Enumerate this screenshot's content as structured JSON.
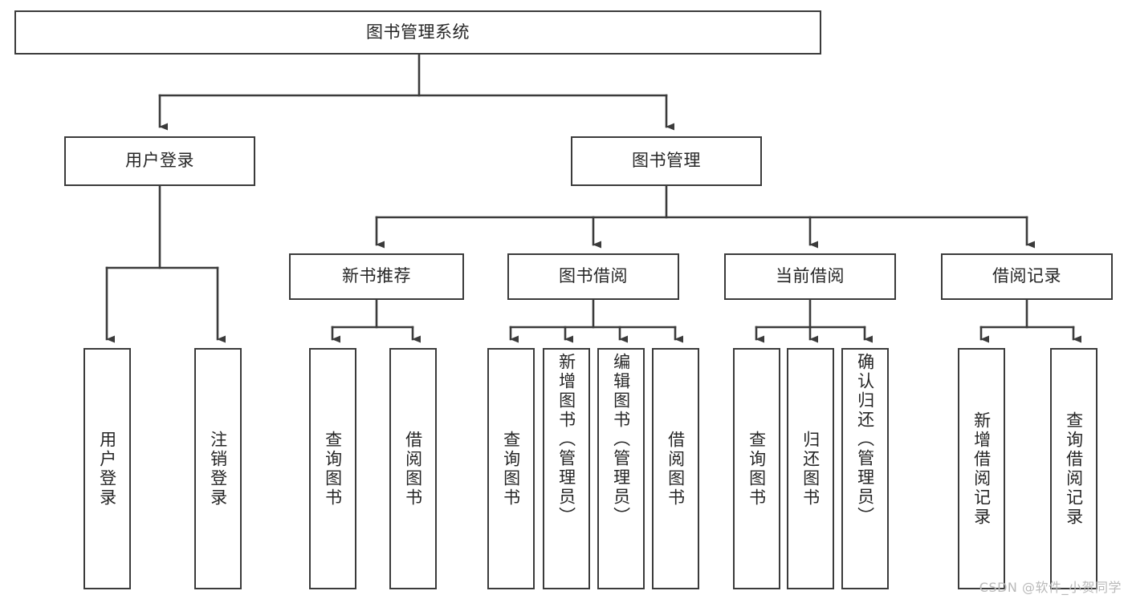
{
  "diagram": {
    "title": "图书管理系统",
    "type": "tree-hierarchy",
    "watermark": "CSDN @软件_小贺同学",
    "colors": {
      "border": "#3b3b3b",
      "text": "#262626",
      "background": "#ffffff",
      "watermark": "#b9b9b9"
    },
    "root": {
      "label": "图书管理系统"
    },
    "level2": [
      {
        "id": "user-login",
        "label": "用户登录"
      },
      {
        "id": "book-manage",
        "label": "图书管理"
      }
    ],
    "level3": [
      {
        "id": "new-book-recommend",
        "label": "新书推荐",
        "parent": "book-manage"
      },
      {
        "id": "book-borrow",
        "label": "图书借阅",
        "parent": "book-manage"
      },
      {
        "id": "current-borrow",
        "label": "当前借阅",
        "parent": "book-manage"
      },
      {
        "id": "borrow-record",
        "label": "借阅记录",
        "parent": "book-manage"
      }
    ],
    "leaves": {
      "user-login": [
        {
          "id": "leaf-user-login",
          "label": "用户登录"
        },
        {
          "id": "leaf-user-logout",
          "label": "注销登录"
        }
      ],
      "new-book-recommend": [
        {
          "id": "leaf-query-book-1",
          "label": "查询图书"
        },
        {
          "id": "leaf-borrow-book-1",
          "label": "借阅图书"
        }
      ],
      "book-borrow": [
        {
          "id": "leaf-query-book-2",
          "label": "查询图书"
        },
        {
          "id": "leaf-add-book",
          "label": "新增图书（管理员）"
        },
        {
          "id": "leaf-edit-book",
          "label": "编辑图书（管理员）"
        },
        {
          "id": "leaf-borrow-book-2",
          "label": "借阅图书"
        }
      ],
      "current-borrow": [
        {
          "id": "leaf-query-book-3",
          "label": "查询图书"
        },
        {
          "id": "leaf-return-book",
          "label": "归还图书"
        },
        {
          "id": "leaf-confirm-return",
          "label": "确认归还（管理员）"
        }
      ],
      "borrow-record": [
        {
          "id": "leaf-add-record",
          "label": "新增借阅记录"
        },
        {
          "id": "leaf-query-record",
          "label": "查询借阅记录"
        }
      ]
    }
  }
}
